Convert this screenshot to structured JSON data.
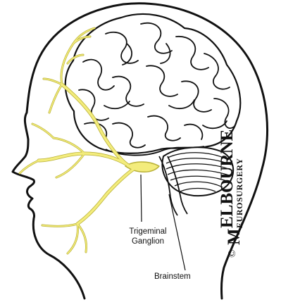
{
  "labels": {
    "ganglion_line1": "Trigeminal",
    "ganglion_line2": "Ganglion",
    "brainstem": "Brainstem"
  },
  "watermark": {
    "copyright": "©",
    "initial": "M",
    "line1": "ELBOURNE",
    "line2": "EUROSURGERY"
  },
  "colors": {
    "nerve": "#f3ec7c",
    "nerve_outline": "#b9b138",
    "outline": "#111111",
    "background": "#ffffff"
  }
}
